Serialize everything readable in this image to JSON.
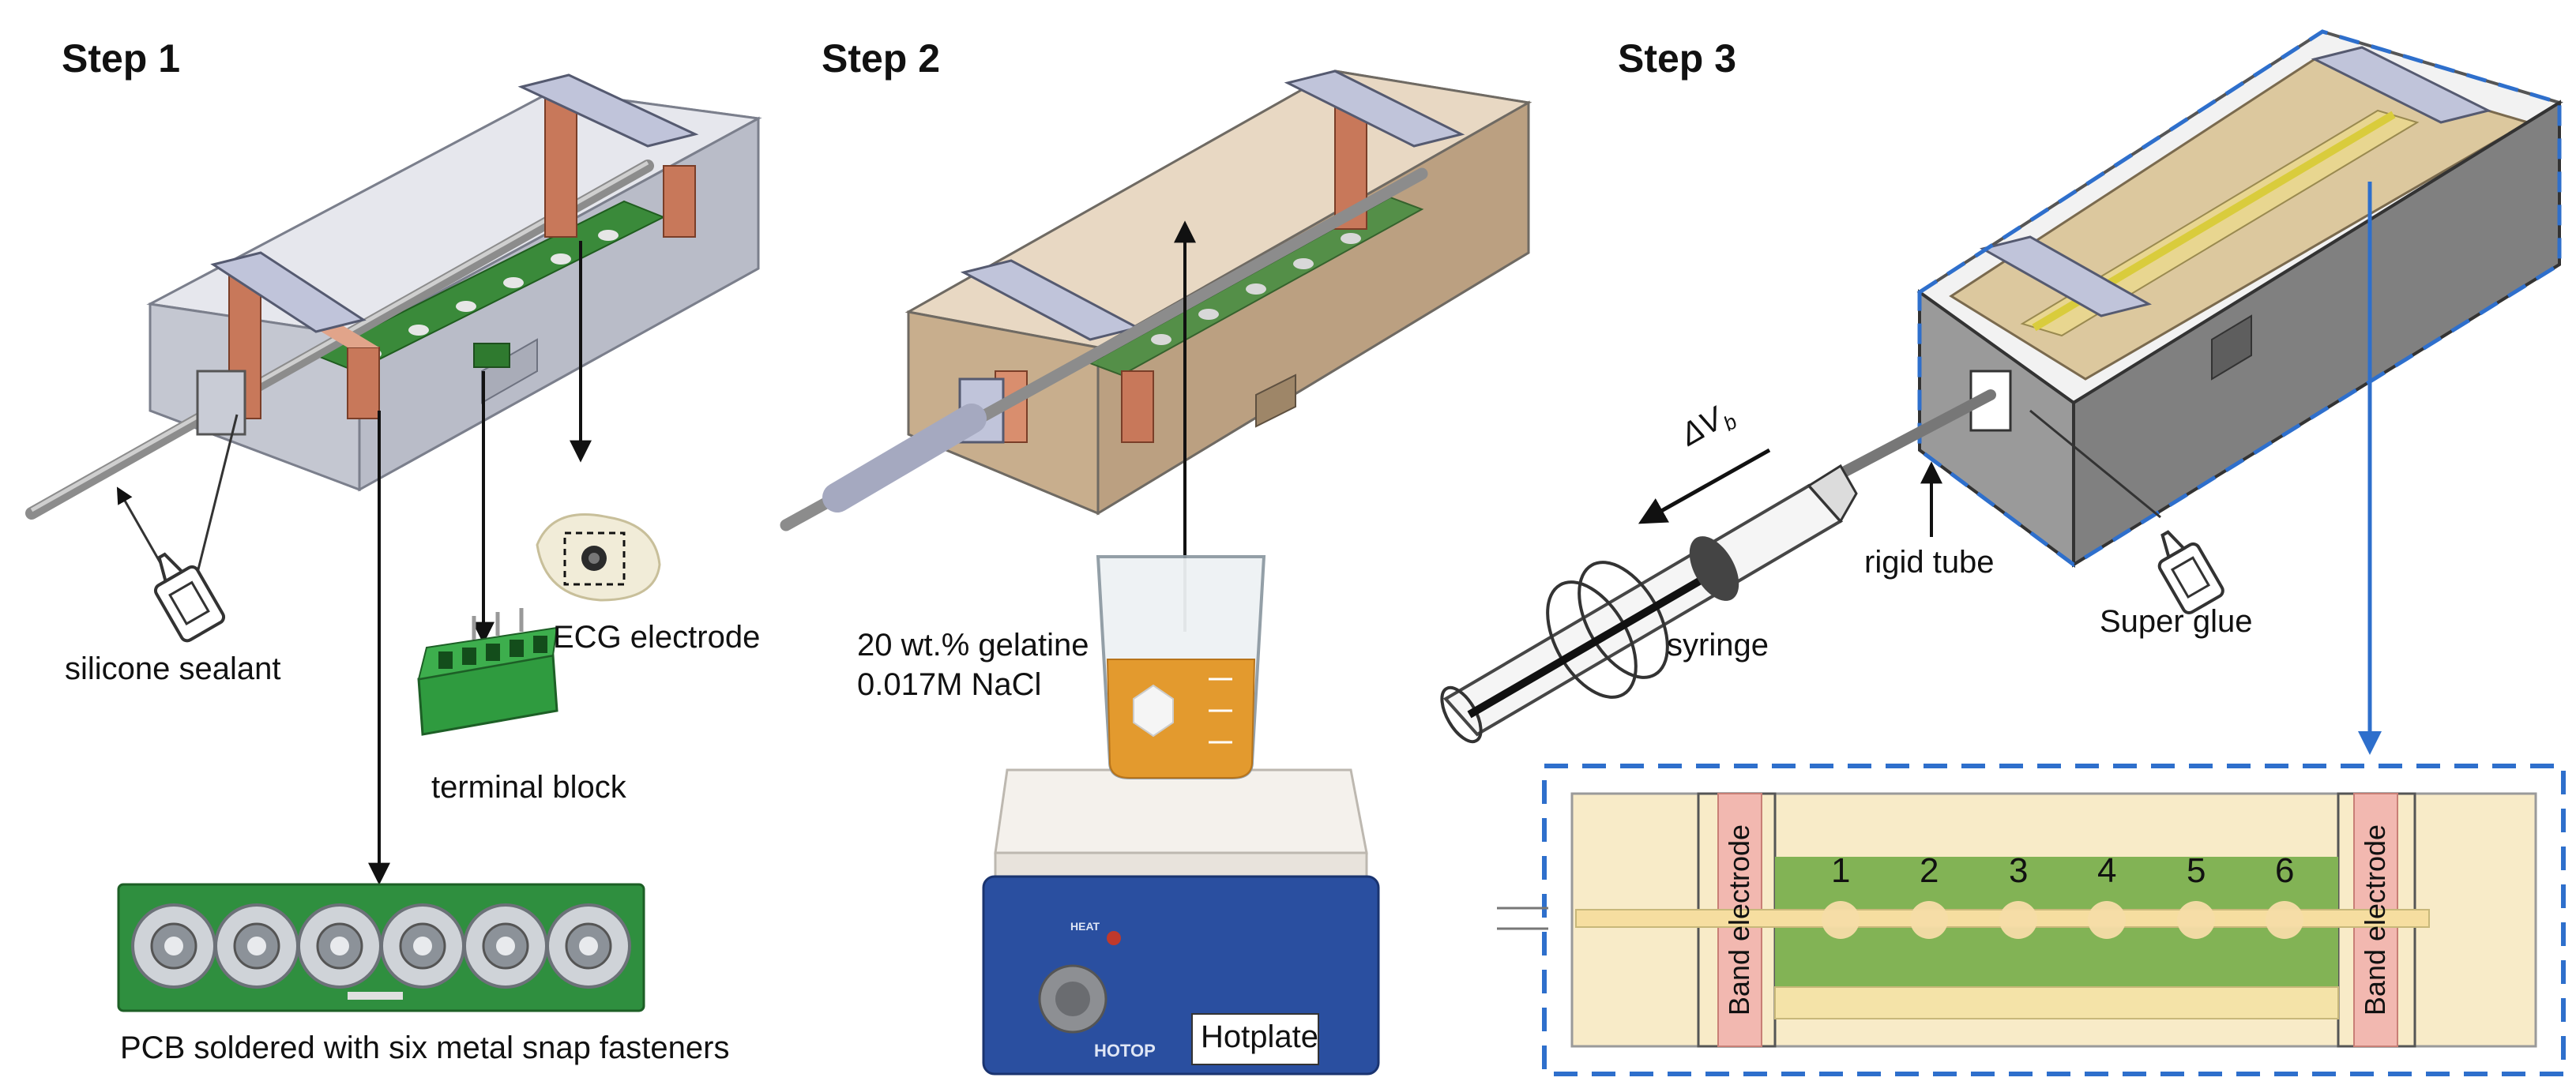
{
  "steps": {
    "step1": "Step 1",
    "step2": "Step 2",
    "step3": "Step 3"
  },
  "labels": {
    "silicone_sealant": "silicone sealant",
    "ecg_electrode": "ECG electrode",
    "terminal_block": "terminal block",
    "pcb": "PCB soldered with six metal snap fasteners",
    "gelatine_line1": "20 wt.% gelatine",
    "gelatine_line2": "0.017M NaCl",
    "hotplate": "Hotplate",
    "hotplate_brand": "HOTOP",
    "heat": "HEAT",
    "delta_v": "ΔV",
    "delta_v_sub": "b",
    "rigid_tube": "rigid tube",
    "syringe": "syringe",
    "super_glue": "Super glue",
    "band_electrode_left": "Band electrode",
    "band_electrode_right": "Band electrode",
    "electrode_numbers": [
      "1",
      "2",
      "3",
      "4",
      "5",
      "6"
    ]
  },
  "colors": {
    "acrylic": "#c9ccd6",
    "copper": "#c8785a",
    "pcb_green": "#3a8a3a",
    "gel": "#d8b98a",
    "grey_phantom": "#9a9a9a",
    "gel_light": "#f8ebc8",
    "band_pink": "#f2b8b0",
    "dashed_blue": "#2e6fcc",
    "hotplate_blue": "#2a4fa0"
  }
}
